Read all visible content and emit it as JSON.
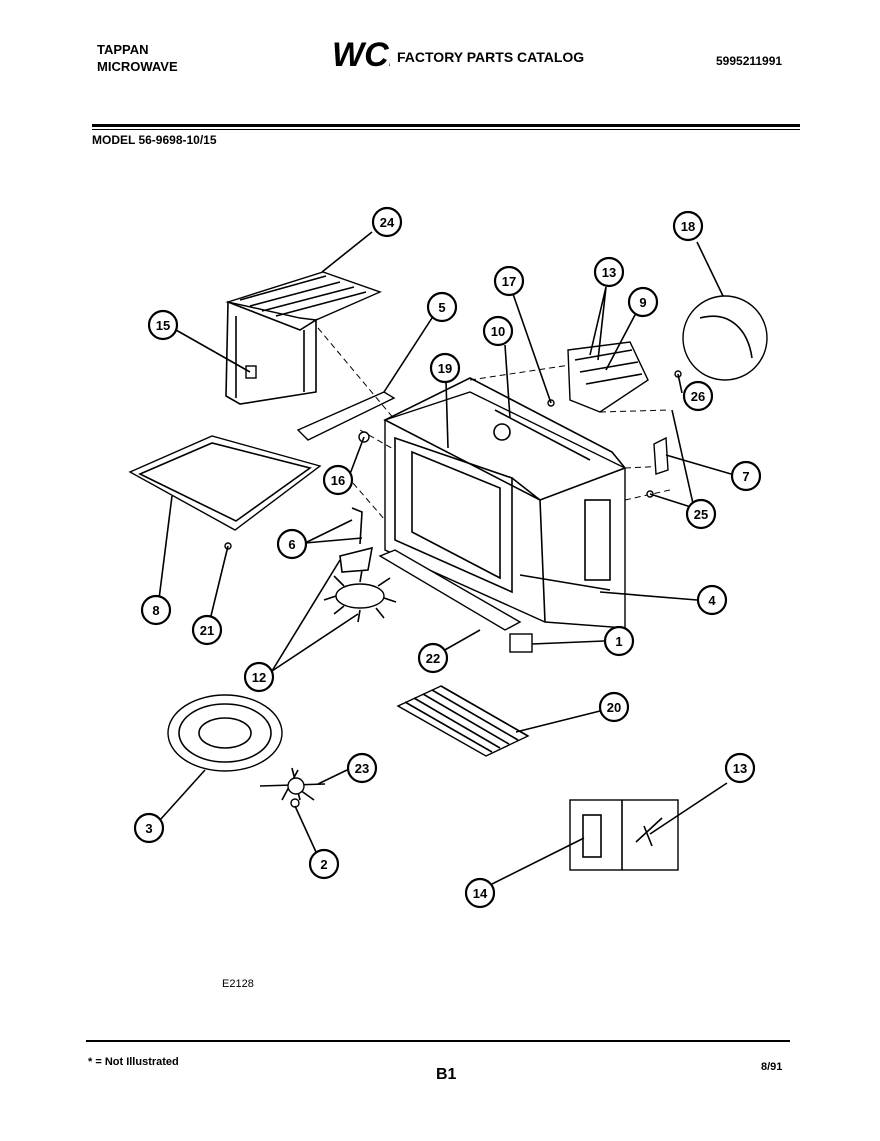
{
  "header": {
    "brand_line1": "TAPPAN",
    "brand_line2": "MICROWAVE",
    "logo_text": "WCI",
    "catalog_title": "FACTORY PARTS CATALOG",
    "part_number": "5995211991"
  },
  "model": "MODEL 56-9698-10/15",
  "figure_code": "E2128",
  "footer": {
    "note": "* = Not Illustrated",
    "page": "B1",
    "date": "8/91"
  },
  "callouts": [
    "24",
    "15",
    "5",
    "17",
    "13",
    "9",
    "18",
    "10",
    "19",
    "26",
    "16",
    "7",
    "25",
    "6",
    "8",
    "21",
    "4",
    "1",
    "12",
    "22",
    "20",
    "3",
    "23",
    "13",
    "2",
    "14"
  ]
}
